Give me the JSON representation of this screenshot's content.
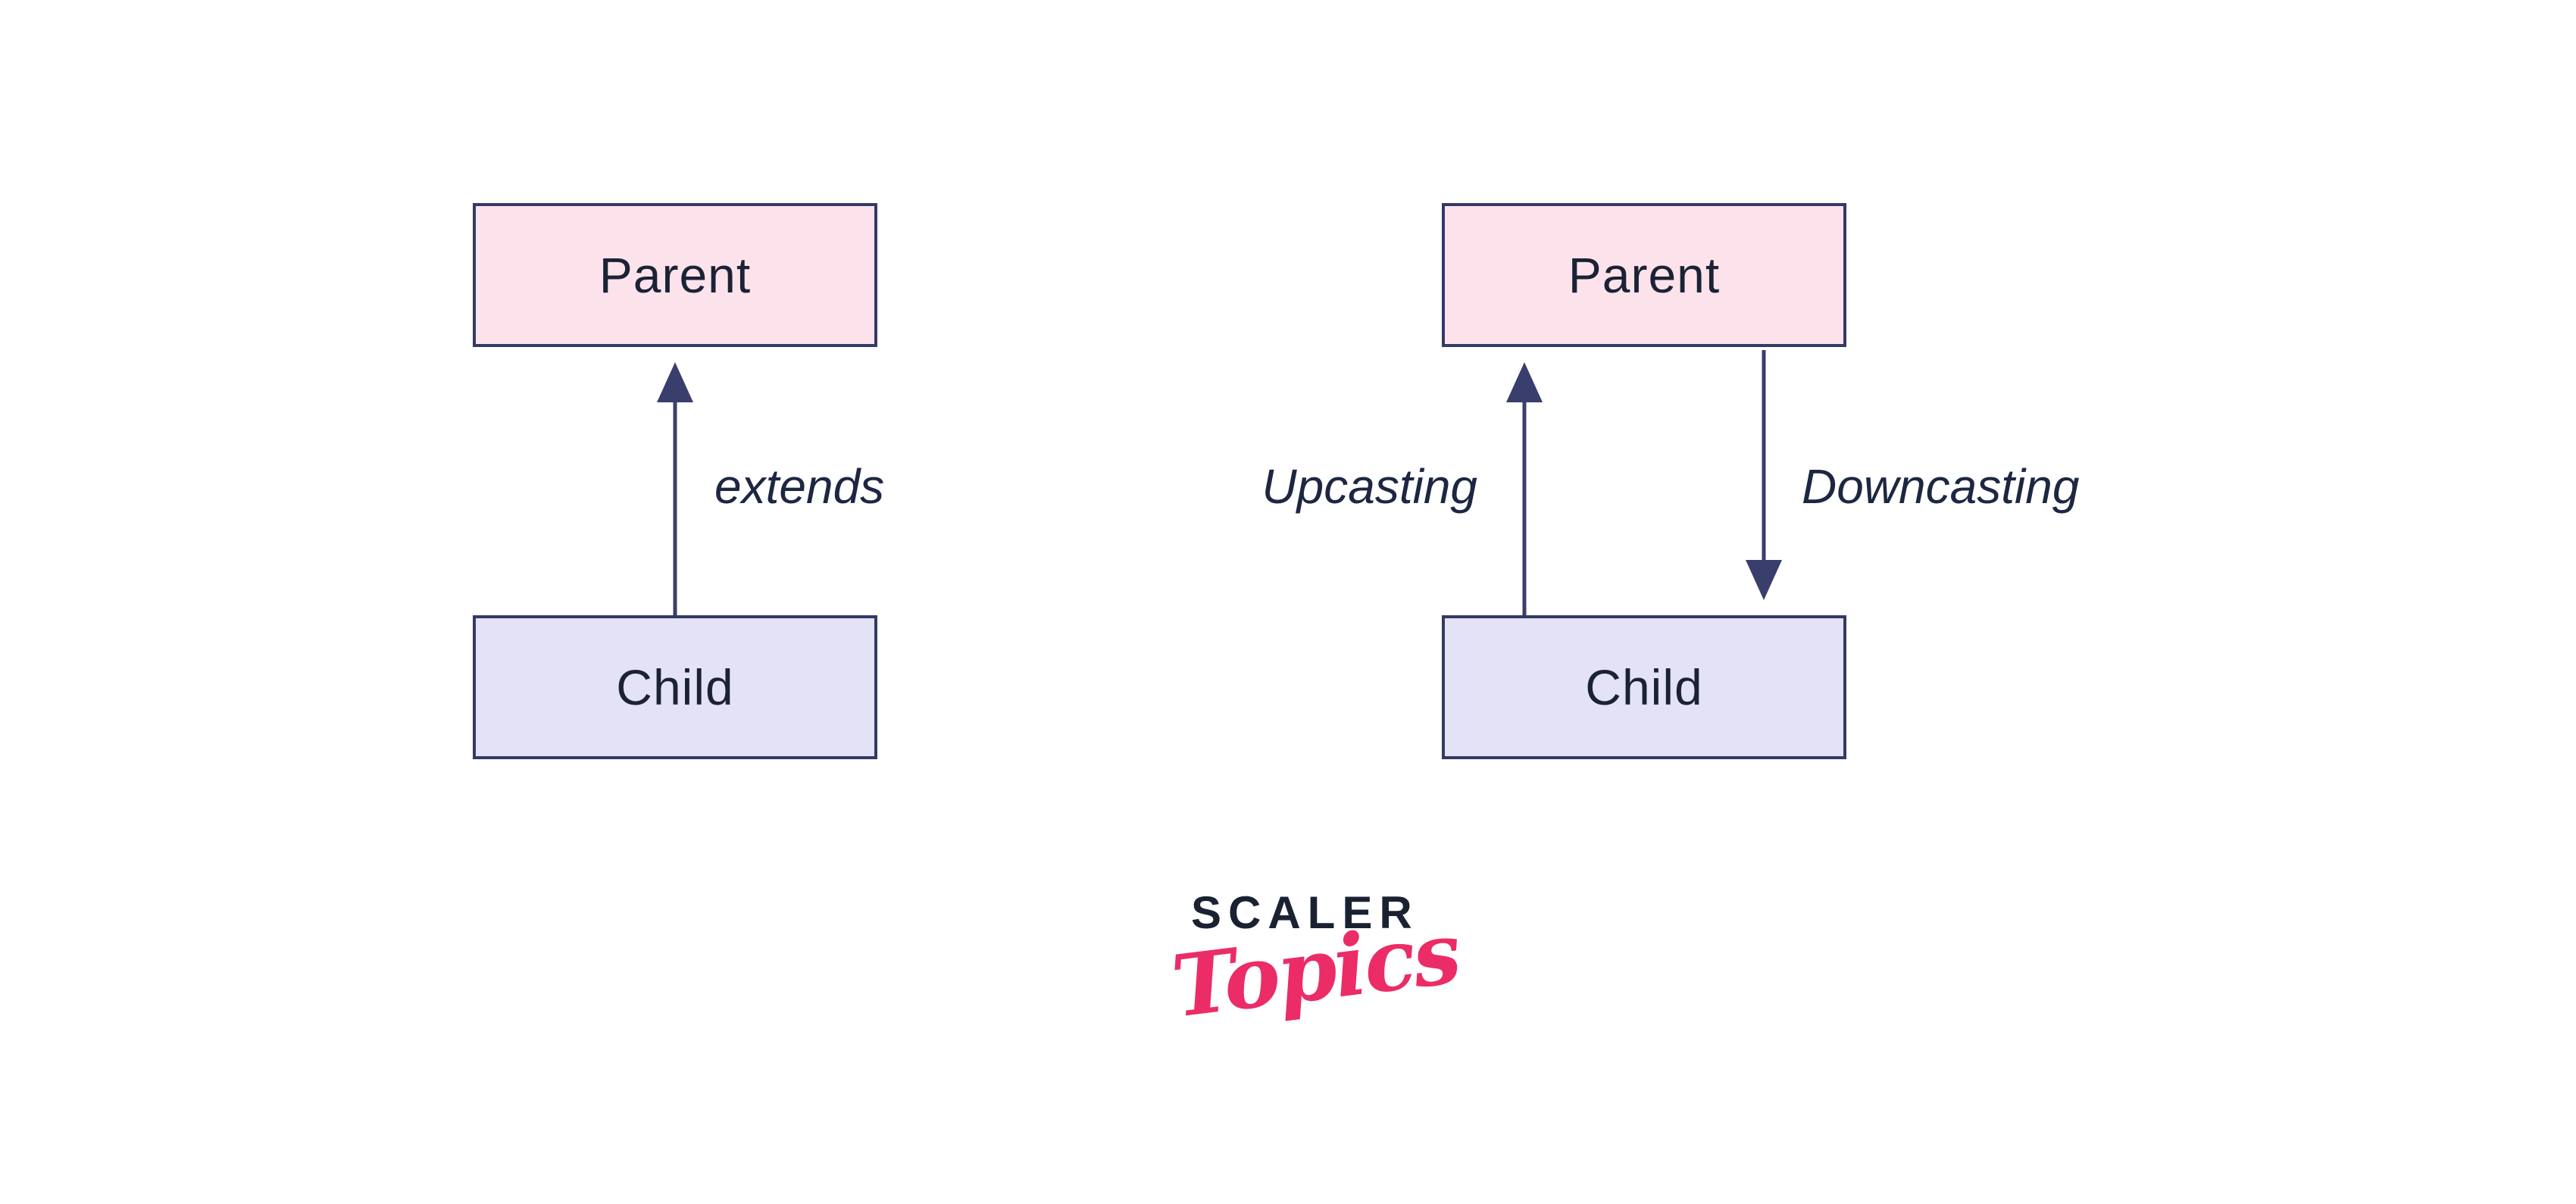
{
  "diagram_left": {
    "parent_label": "Parent",
    "child_label": "Child",
    "relation_label": "extends"
  },
  "diagram_right": {
    "parent_label": "Parent",
    "child_label": "Child",
    "up_arrow_label": "Upcasting",
    "down_arrow_label": "Downcasting"
  },
  "logo": {
    "line1": "SCALER",
    "line2": "Topics"
  },
  "colors": {
    "box_border": "#343a65",
    "arrow": "#3a3e6c",
    "parent_fill": "#fce3eb",
    "child_fill": "#e4e2f7",
    "box_text": "#1b2235",
    "label_text": "#1d2742",
    "logo_dark": "#1a2232",
    "logo_pink": "#ec2c67",
    "background": "#ffffff"
  }
}
